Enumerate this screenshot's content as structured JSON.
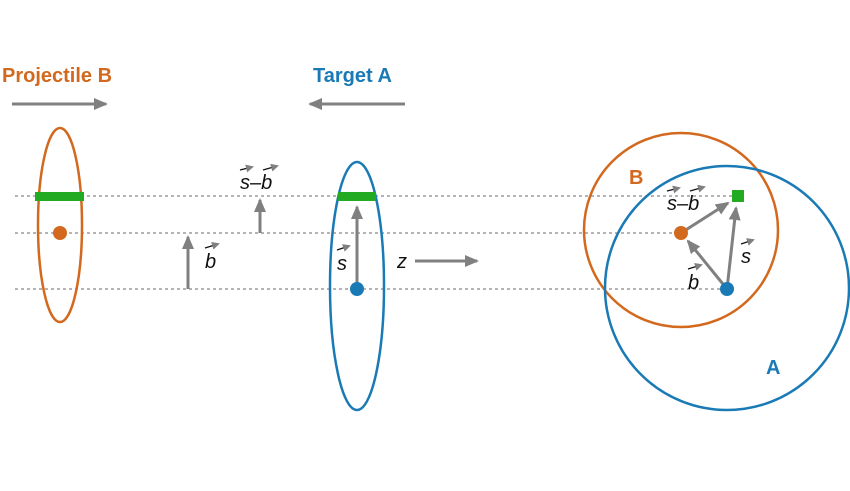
{
  "colors": {
    "projectile": "#d2691e",
    "target": "#1a7ab5",
    "overlap": "#22aa22",
    "arrow": "#808080",
    "guide": "#888888",
    "text": "#111111"
  },
  "labels": {
    "projectile_title": "Projectile B",
    "target_title": "Target A",
    "circle_b": "B",
    "circle_a": "A",
    "vec_b_left": "b",
    "vec_s_minus_b_left": "s–b",
    "vec_s_left": "s",
    "axis_z": "z",
    "vec_s_minus_b_right": "s–b",
    "vec_b_right": "b",
    "vec_s_right": "s"
  },
  "icons": {
    "projectile_direction": "arrow-right-icon",
    "target_direction": "arrow-left-icon",
    "z_direction": "arrow-right-icon"
  }
}
